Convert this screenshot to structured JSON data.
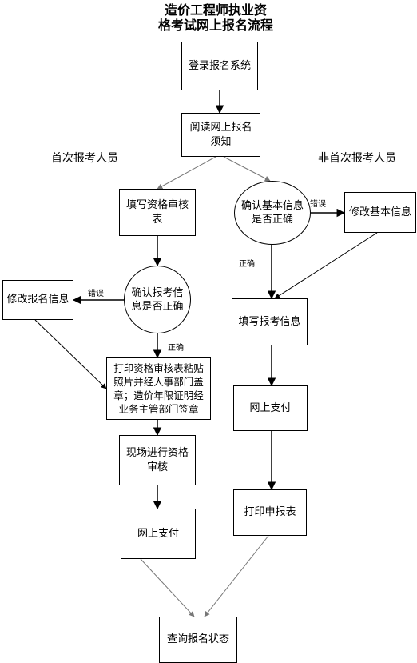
{
  "title": {
    "line1": "造价工程师执业资",
    "line2": "格考试网上报名流程"
  },
  "headers": {
    "first_time": "首次报考人员",
    "not_first_time": "非首次报考人员"
  },
  "nodes": {
    "login": "登录报名系统",
    "read_notice": "阅读网上报名须知",
    "fill_qual": "填写资格审核表",
    "confirm_report": "确认报考信息是否正确",
    "modify_report": "修改报名信息",
    "print_qual": "打印资格审核表粘贴照片并经人事部门盖章；造价年限证明经业务主管部门签章",
    "onsite_review": "现场进行资格审核",
    "pay_left": "网上支付",
    "query_status": "查询报名状态",
    "confirm_basic": "确认基本信息是否正确",
    "modify_basic": "修改基本信息",
    "fill_report": "填写报考信息",
    "pay_right": "网上支付",
    "print_form": "打印申报表"
  },
  "edge_labels": {
    "error_right": "错误",
    "correct_right": "正确",
    "error_left": "错误",
    "correct_left": "正确"
  }
}
